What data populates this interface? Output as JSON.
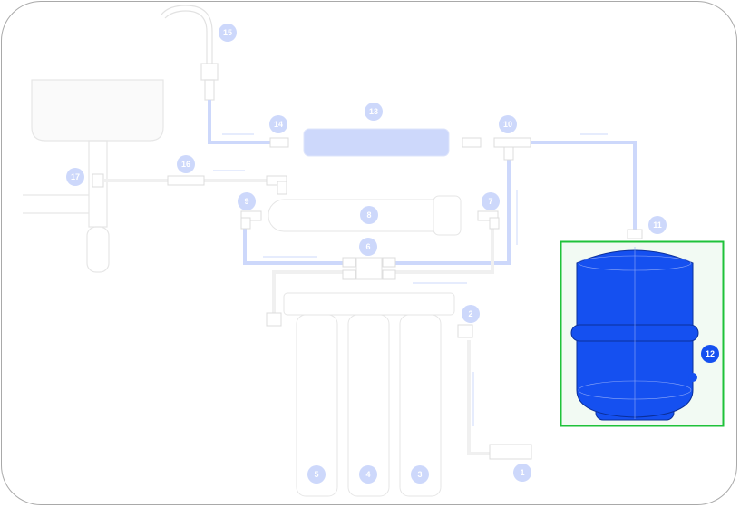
{
  "diagram": {
    "highlighted_component": "12",
    "labels": [
      "1",
      "2",
      "3",
      "4",
      "5",
      "6",
      "7",
      "8",
      "9",
      "10",
      "11",
      "12",
      "13",
      "14",
      "15",
      "16",
      "17"
    ]
  },
  "colors": {
    "active_blue": "#1550f0",
    "pipe_blue": "#cdd8fb",
    "pipe_gray": "#efefef",
    "highlight_border": "#1fc23a",
    "highlight_fill": "#f2faf3"
  }
}
